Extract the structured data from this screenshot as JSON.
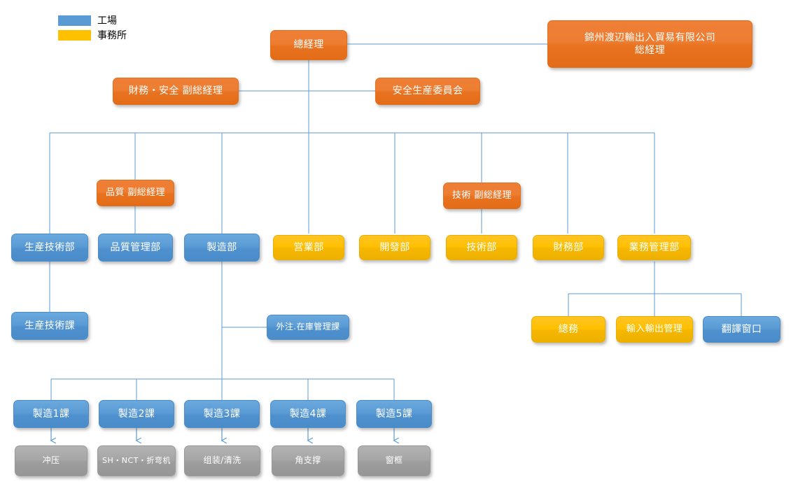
{
  "legend": {
    "items": [
      {
        "label": "工場",
        "color": "#5b9bd5",
        "swatch": "blue-swatch"
      },
      {
        "label": "事務所",
        "color": "#ffc000",
        "swatch": "yellow-swatch"
      }
    ]
  },
  "palette": {
    "blue": "#5b9bd5",
    "yellow": "#ffc000",
    "orange": "#ed7d31",
    "gray": "#a6a6a6",
    "connector": "#5b9bd5",
    "background": "#ffffff"
  },
  "nodes": {
    "general_manager": {
      "label": "總経理",
      "color": "orange"
    },
    "parent_company": {
      "label": "錦州渡辺輸出入貿易有限公司\n総経理",
      "color": "orange"
    },
    "finance_safety_deputy": {
      "label": "財務・安全 副総経理",
      "color": "orange"
    },
    "safety_production_committee": {
      "label": "安全生産委員会",
      "color": "orange"
    },
    "quality_deputy": {
      "label": "品質 副総経理",
      "color": "orange"
    },
    "technical_deputy": {
      "label": "技術 副総経理",
      "color": "orange"
    },
    "production_tech_dept": {
      "label": "生産技術部",
      "color": "blue"
    },
    "quality_control_dept": {
      "label": "品質管理部",
      "color": "blue"
    },
    "manufacturing_dept": {
      "label": "製造部",
      "color": "blue"
    },
    "sales_dept": {
      "label": "営業部",
      "color": "yellow"
    },
    "development_dept": {
      "label": "開發部",
      "color": "yellow"
    },
    "technology_dept": {
      "label": "技術部",
      "color": "yellow"
    },
    "finance_dept": {
      "label": "財務部",
      "color": "yellow"
    },
    "business_admin_dept": {
      "label": "業務管理部",
      "color": "yellow"
    },
    "production_tech_section": {
      "label": "生産技術課",
      "color": "blue"
    },
    "outsourcing_inventory_section": {
      "label": "外注.在庫管理課",
      "color": "blue"
    },
    "general_affairs": {
      "label": "總務",
      "color": "yellow"
    },
    "import_export_admin": {
      "label": "輸入輸出管理",
      "color": "yellow"
    },
    "translation_window": {
      "label": "翻譯窗口",
      "color": "blue"
    },
    "mfg_section_1": {
      "label": "製造1課",
      "color": "blue"
    },
    "mfg_section_2": {
      "label": "製造2課",
      "color": "blue"
    },
    "mfg_section_3": {
      "label": "製造3課",
      "color": "blue"
    },
    "mfg_section_4": {
      "label": "製造4課",
      "color": "blue"
    },
    "mfg_section_5": {
      "label": "製造5課",
      "color": "blue"
    },
    "process_1": {
      "label": "冲压",
      "color": "gray"
    },
    "process_2": {
      "label": "SH・NCT・折弯机",
      "color": "gray"
    },
    "process_3": {
      "label": "组装/清洗",
      "color": "gray"
    },
    "process_4": {
      "label": "角支撑",
      "color": "gray"
    },
    "process_5": {
      "label": "窗框",
      "color": "gray"
    }
  }
}
